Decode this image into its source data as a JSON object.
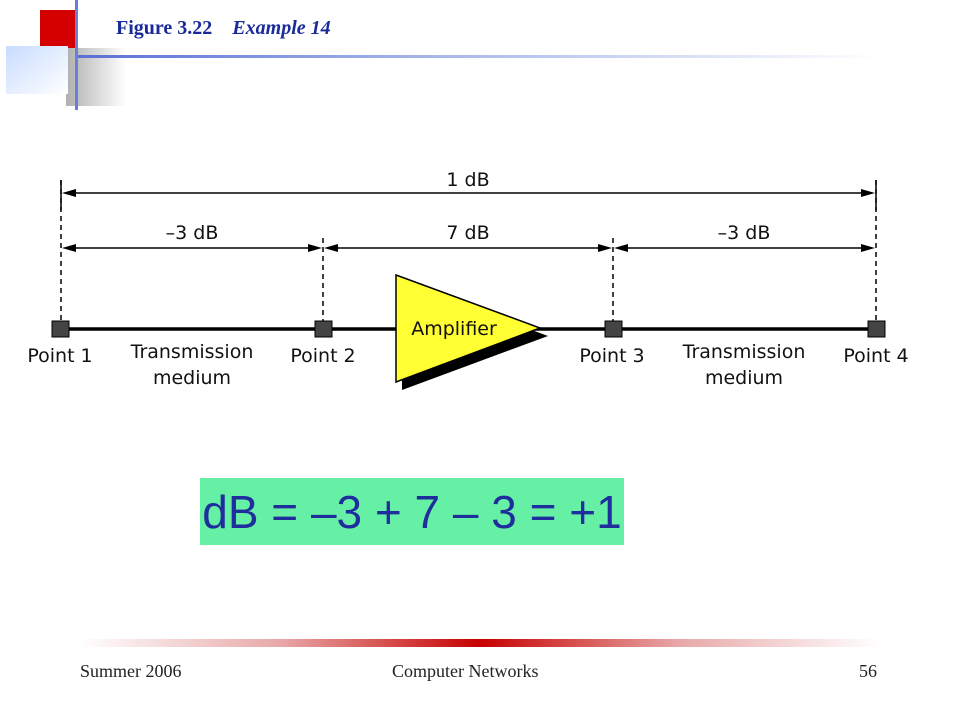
{
  "slide": {
    "figure_number": "Figure 3.22",
    "figure_caption": "Example 14"
  },
  "diagram": {
    "total_gain_label": "1 dB",
    "segment_gains": [
      "–3 dB",
      "7 dB",
      "–3 dB"
    ],
    "amplifier_label": "Amplifier",
    "points": [
      "Point 1",
      "Point 2",
      "Point 3",
      "Point 4"
    ],
    "medium_labels": [
      {
        "line1": "Transmission",
        "line2": "medium"
      },
      {
        "line1": "Transmission",
        "line2": "medium"
      }
    ],
    "colors": {
      "amplifier_fill": "#ffff33",
      "amplifier_shadow": "#000000",
      "line": "#000000",
      "point_fill": "#444444"
    }
  },
  "formula": "dB = –3 + 7 – 3 = +1",
  "footer": {
    "left": "Summer 2006",
    "center": "Computer Networks",
    "page": "56"
  },
  "colors": {
    "title": "#1a2a9a",
    "formula_bg": "#66f0a6",
    "formula_text": "#1f2e9c",
    "accent_red": "#c80000"
  }
}
